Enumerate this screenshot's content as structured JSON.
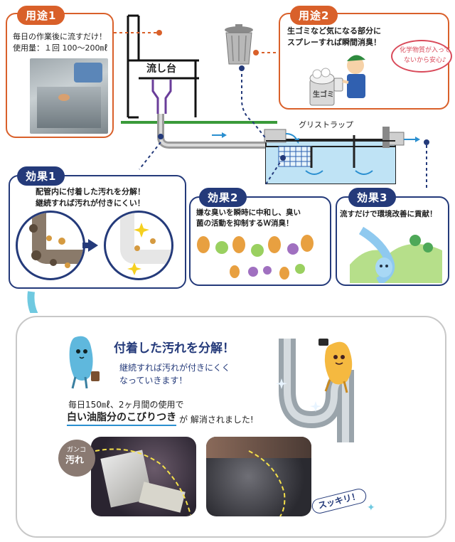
{
  "use1": {
    "tag": "用途1",
    "line1": "毎日の作業後に流すだけ！",
    "line2": "使用量：１回 100〜200㎖"
  },
  "use2": {
    "tag": "用途2",
    "line1": "生ゴミなど気になる部分に",
    "line2": "スプレーすれば瞬間消臭！",
    "bubble_line1": "化学物質が入って",
    "bubble_line2": "ないから安心♪",
    "bin_label": "生ゴミ"
  },
  "diagram": {
    "sink_label": "流し台",
    "grease_trap_label": "グリストラップ"
  },
  "effect1": {
    "tag": "効果1",
    "line1": "配管内に付着した汚れを分解！",
    "line2": "継続すれば汚れが付きにくい！"
  },
  "effect2": {
    "tag": "効果2",
    "line1": "嫌な臭いを瞬時に中和し、臭い",
    "line2": "菌の活動を抑制するＷ消臭！"
  },
  "effect3": {
    "tag": "効果3",
    "line1": "流すだけで環境改善に貢献！"
  },
  "bottom": {
    "headline": "付着した汚れを分解！",
    "sub1": "継続すれば汚れが付きにくく",
    "sub2": "なっていきます！",
    "usage": "毎日150㎖、2ヶ月間の使用で",
    "highlight": "白い油脂分のこびりつき",
    "result": "が 解消されました!",
    "badge1": "ガンコ",
    "badge2": "汚れ",
    "clean_label": "スッキリ！"
  },
  "colors": {
    "orange": "#d9602a",
    "navy": "#243a7a",
    "green": "#3a9a3a",
    "water": "#bfe3f5"
  }
}
